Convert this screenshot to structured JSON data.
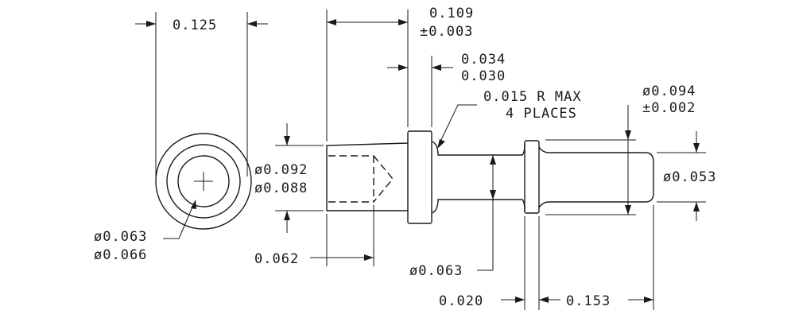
{
  "dimensions": {
    "end_width": "0.125",
    "flange_offset": "0.109",
    "flange_offset_tol": "±0.003",
    "flange_thk_max": "0.034",
    "flange_thk_min": "0.030",
    "radius_note_1": "0.015 R MAX",
    "radius_note_2": "4 PLACES",
    "tip_dia": "ø0.094",
    "tip_dia_tol": "±0.002",
    "bore_dia_max": "ø0.092",
    "bore_dia_min": "ø0.088",
    "end_dia": "ø0.053",
    "hole_dia_1": "ø0.063",
    "hole_dia_2": "ø0.066",
    "bore_depth": "0.062",
    "shank_dia": "ø0.063",
    "collar_width": "0.020",
    "tip_length": "0.153"
  }
}
